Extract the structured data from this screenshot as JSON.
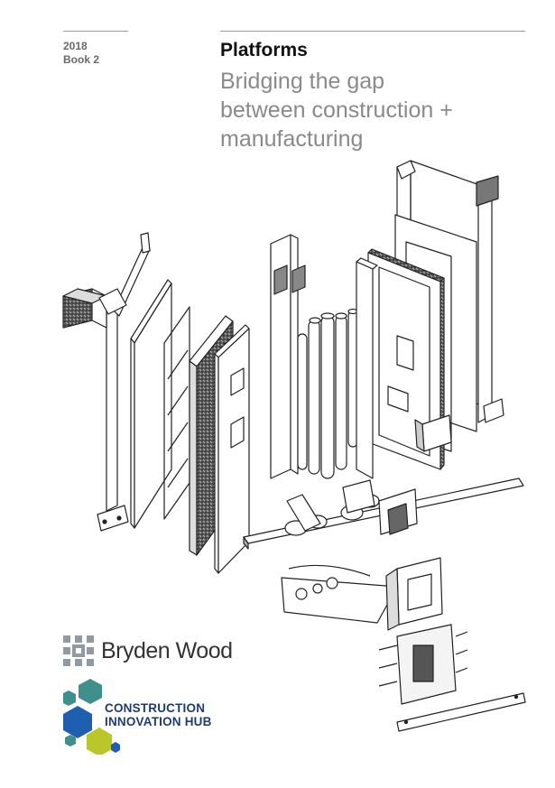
{
  "header": {
    "year": "2018",
    "book": "Book 2",
    "title": "Platforms",
    "subtitle_lines": [
      "Bridging the gap",
      "between construction +",
      "manufacturing"
    ]
  },
  "logos": {
    "bryden_wood": "Bryden Wood",
    "cih_line1": "CONSTRUCTION",
    "cih_line2": "INNOVATION HUB"
  },
  "colors": {
    "subtitle": "#8a8a8a",
    "meta": "#6a6a6a",
    "bryden_mark": "#8f9aa3",
    "cih_text": "#1f3c6e",
    "hex_teal": "#3f8f8c",
    "hex_blue": "#1f5fb0",
    "hex_lime": "#b9c72a",
    "hex_navy": "#1e3a8a"
  },
  "icons": {
    "illustration": "exploded-building-services-module-drawing",
    "bryden_mark": "bryden-wood-mark-icon",
    "cih_mark": "hexagon-cluster-icon"
  }
}
